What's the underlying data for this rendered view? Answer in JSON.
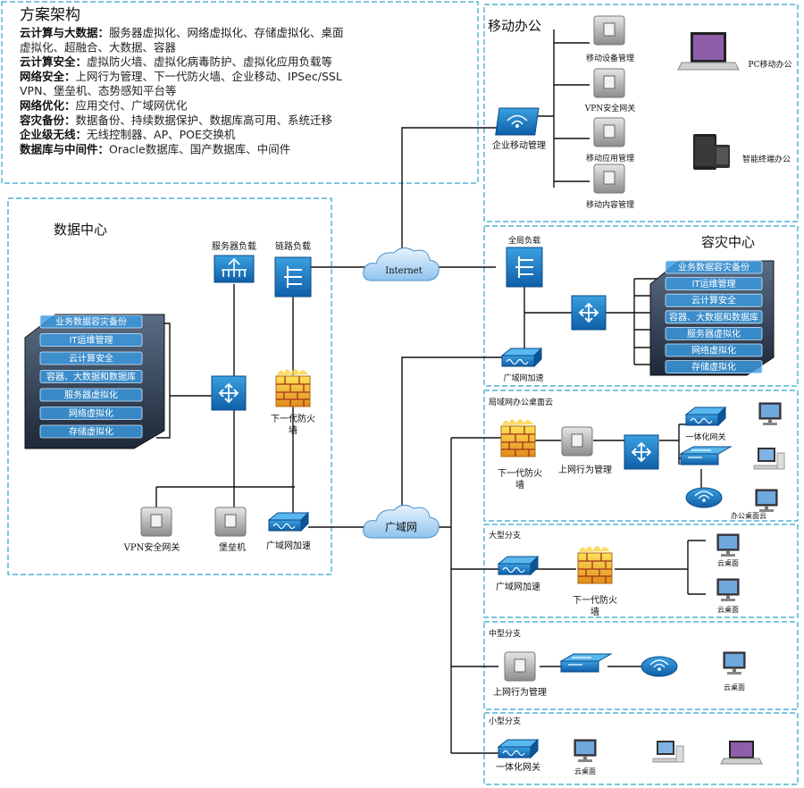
{
  "header": {
    "title": "方案架构",
    "lines": [
      {
        "k": "云计算与大数据：",
        "v": "服务器虚拟化、网络虚拟化、存储虚拟化、桌面"
      },
      {
        "k": "",
        "v": "虚拟化、超融合、大数据、容器"
      },
      {
        "k": "云计算安全：",
        "v": "虚拟防火墙、虚拟化病毒防护、虚拟化应用负载等"
      },
      {
        "k": "网络安全：",
        "v": "上网行为管理、下一代防火墙、企业移动、IPSec/SSL"
      },
      {
        "k": "",
        "v": "VPN、堡垒机、态势感知平台等"
      },
      {
        "k": "网络优化：",
        "v": "应用交付、广域网优化"
      },
      {
        "k": "容灾备份：",
        "v": "数据备份、持续数据保护、数据库高可用、系统迁移"
      },
      {
        "k": "企业级无线：",
        "v": "无线控制器、AP、POE交换机"
      },
      {
        "k": "数据库与中间件：",
        "v": "Oracle数据库、国产数据库、中间件"
      }
    ]
  },
  "datacenter": {
    "title": "数据中心",
    "server_lb": "服务器负载",
    "link_lb": "链路负载",
    "firewall": [
      "下一代防火",
      "墙"
    ],
    "vpn": "VPN安全网关",
    "bastion": "堡垒机",
    "wan_acc": "广域网加速",
    "layers": [
      "业务数据容灾备份",
      "IT运维管理",
      "云计算安全",
      "容器、大数据和数据库",
      "服务器虚拟化",
      "网络虚拟化",
      "存储虚拟化"
    ]
  },
  "clouds": {
    "internet": "Internet",
    "wan": "广域网"
  },
  "mobile": {
    "title": "移动办公",
    "emm": "企业移动管理",
    "items": [
      "移动设备管理",
      "VPN安全网关",
      "移动应用管理",
      "移动内容管理"
    ],
    "pc": "PC移动办公",
    "smart": "智能终端办公"
  },
  "dr": {
    "title": "容灾中心",
    "glb": "全局负载",
    "wan_acc": "广域网加速",
    "layers": [
      "业务数据容灾备份",
      "IT运维管理",
      "云计算安全",
      "容器、大数据和数据库",
      "服务器虚拟化",
      "网络虚拟化",
      "存储虚拟化"
    ]
  },
  "lan": {
    "title": "局域网办公桌面云",
    "firewall": [
      "下一代防火",
      "墙"
    ],
    "behavior": "上网行为管理",
    "gateway": "一体化网关",
    "vdi": "办公桌面云"
  },
  "large": {
    "title": "大型分支",
    "wan_acc": "广域网加速",
    "firewall": [
      "下一代防火",
      "墙"
    ],
    "desk": "云桌面"
  },
  "medium": {
    "title": "中型分支",
    "behavior": "上网行为管理",
    "desk": "云桌面"
  },
  "small": {
    "title": "小型分支",
    "gateway": "一体化网关",
    "desk": "云桌面"
  },
  "colors": {
    "box": "#2ea3c9",
    "device": "#1a78c2",
    "gray_device": "#9a9a9a",
    "firewall": "#d9a531"
  }
}
